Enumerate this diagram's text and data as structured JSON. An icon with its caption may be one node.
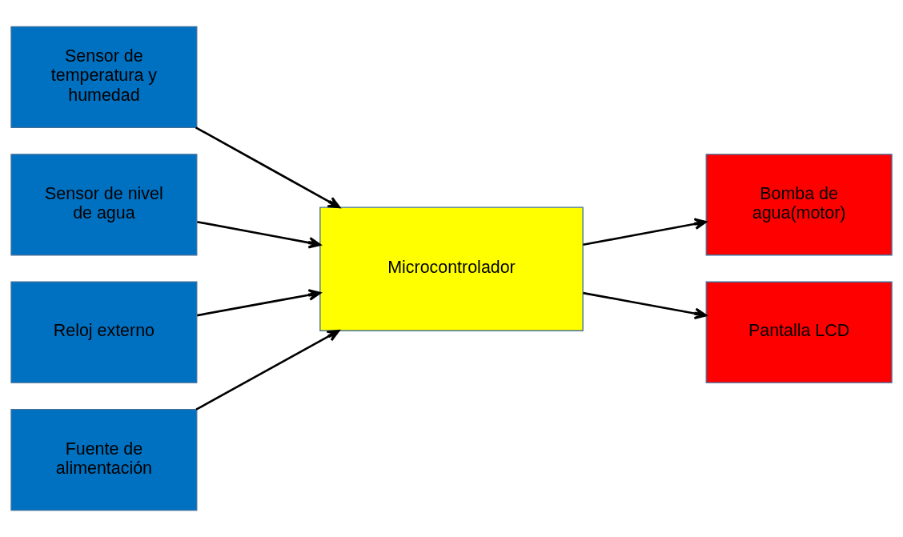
{
  "diagram": {
    "nodes": [
      {
        "text": [
          "Sensor de temperatura y humedad"
        ]
      },
      {
        "text": [
          "Sensor de nivel de agua"
        ]
      },
      {
        "text": [
          "Reloj externo"
        ]
      },
      {
        "text": [
          "Fuente de alimentación"
        ]
      },
      {
        "text": [
          "Microcontrolador"
        ]
      },
      {
        "text": [
          "Bomba de agua(motor)"
        ]
      },
      {
        "text": [
          "Pantalla LCD"
        ]
      }
    ],
    "edges": [
      {
        "from": 0,
        "to": 4,
        "arrow": "to"
      },
      {
        "from": 1,
        "to": 4,
        "arrow": "to"
      },
      {
        "from": 2,
        "to": 4,
        "arrow": "to"
      },
      {
        "from": 3,
        "to": 4,
        "arrow": "to"
      },
      {
        "from": 4,
        "to": 5,
        "arrow": "to"
      },
      {
        "from": 4,
        "to": 6,
        "arrow": "to"
      }
    ]
  }
}
